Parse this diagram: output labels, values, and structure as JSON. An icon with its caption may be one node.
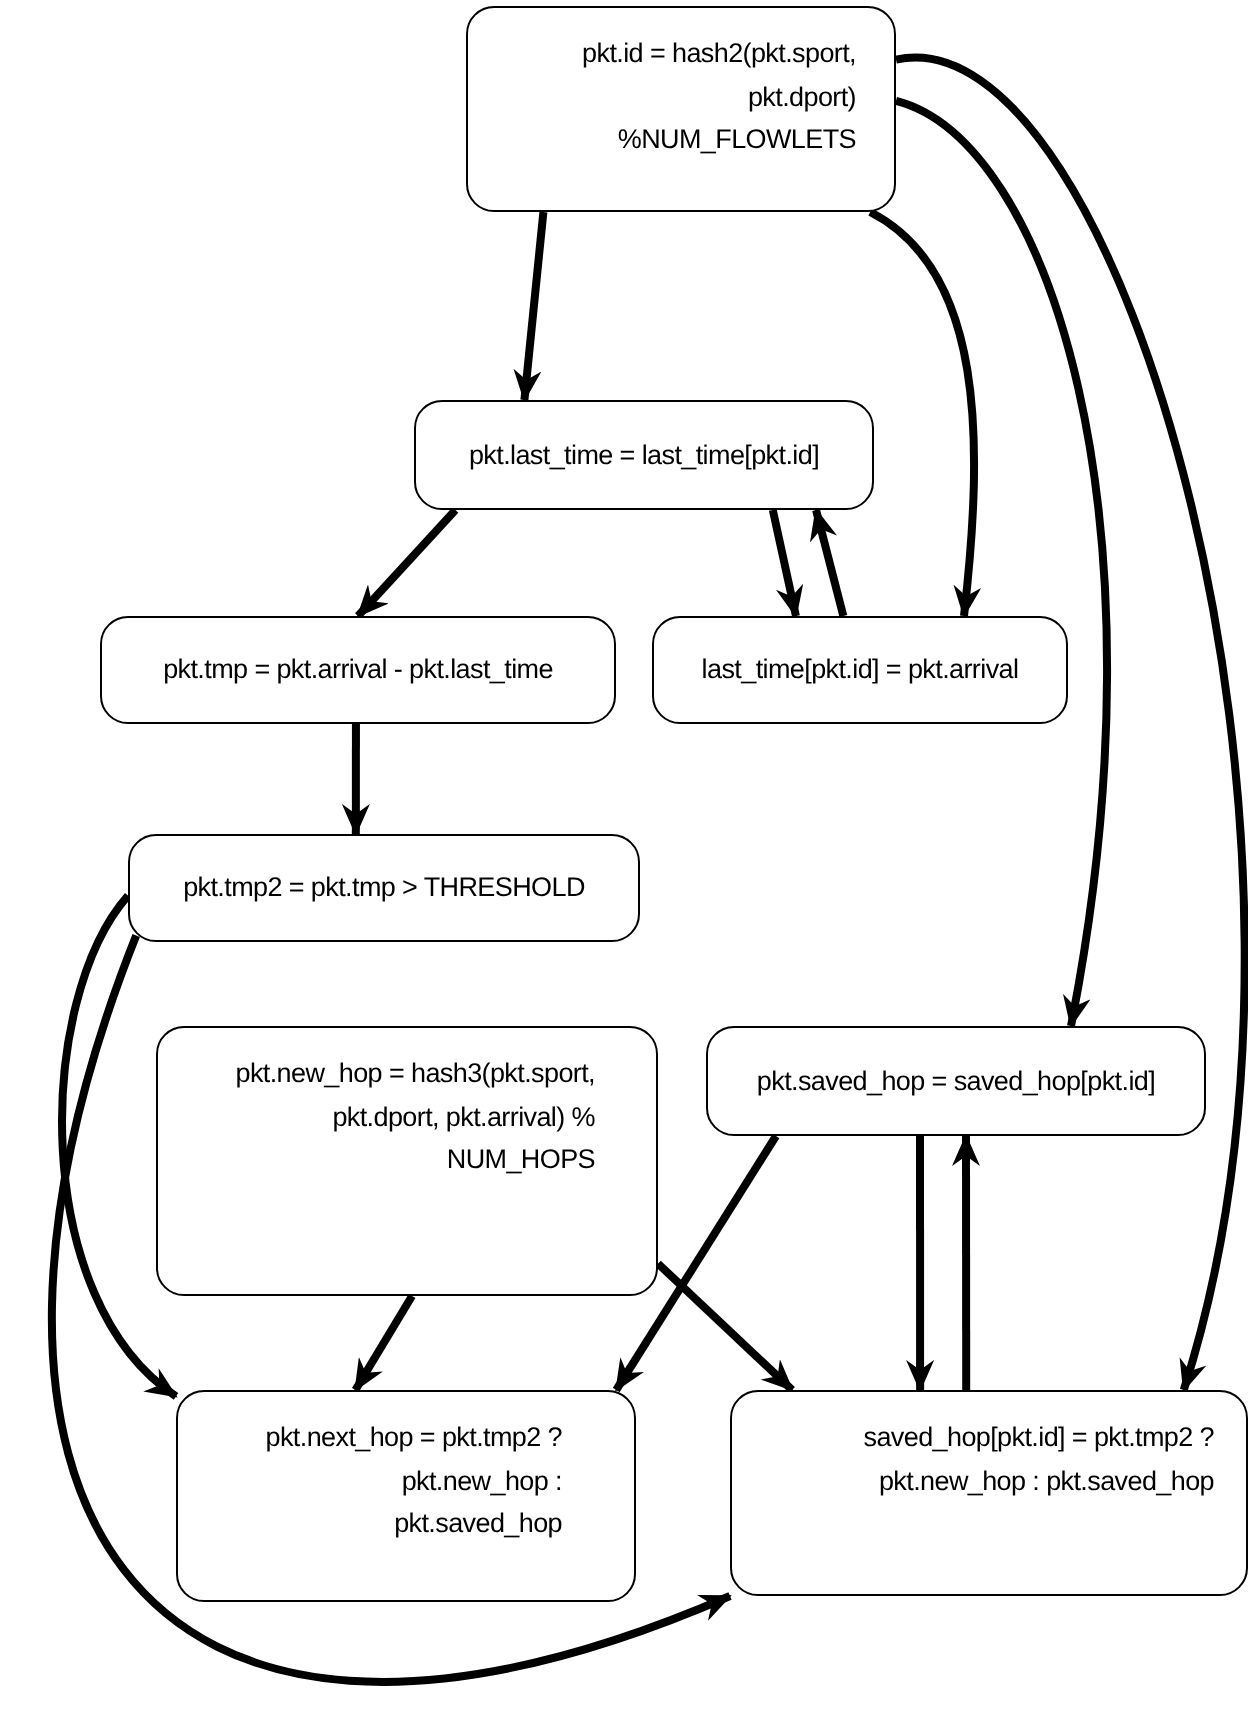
{
  "diagram": {
    "nodes": [
      {
        "text": [
          "pkt.id = hash2(pkt.sport, pkt.dport) %NUM_FLOWLETS"
        ]
      },
      {
        "text": [
          "pkt.last_time = last_time[pkt.id]"
        ]
      },
      {
        "text": [
          "pkt.tmp = pkt.arrival - pkt.last_time"
        ]
      },
      {
        "text": [
          "last_time[pkt.id] = pkt.arrival"
        ]
      },
      {
        "text": [
          "pkt.tmp2 = pkt.tmp > THRESHOLD"
        ]
      },
      {
        "text": [
          "pkt.new_hop = hash3(pkt.sport, pkt.dport, pkt.arrival) % NUM_HOPS"
        ]
      },
      {
        "text": [
          "pkt.saved_hop = saved_hop[pkt.id]"
        ]
      },
      {
        "text": [
          "pkt.next_hop = pkt.tmp2 ? pkt.new_hop : pkt.saved_hop"
        ]
      },
      {
        "text": [
          "saved_hop[pkt.id] = pkt.tmp2 ? pkt.new_hop : pkt.saved_hop"
        ]
      }
    ],
    "edges": [
      {
        "from": 0,
        "to": 1,
        "arrow": "to"
      },
      {
        "from": 0,
        "to": 3,
        "arrow": "to"
      },
      {
        "from": 0,
        "to": 6,
        "arrow": "to"
      },
      {
        "from": 0,
        "to": 8,
        "arrow": "to"
      },
      {
        "from": 1,
        "to": 2,
        "arrow": "to"
      },
      {
        "from": 1,
        "to": 3,
        "arrow": "to"
      },
      {
        "from": 3,
        "to": 1,
        "arrow": "to"
      },
      {
        "from": 2,
        "to": 4,
        "arrow": "to"
      },
      {
        "from": 4,
        "to": 7,
        "arrow": "to"
      },
      {
        "from": 4,
        "to": 8,
        "arrow": "to"
      },
      {
        "from": 5,
        "to": 7,
        "arrow": "to"
      },
      {
        "from": 5,
        "to": 8,
        "arrow": "to"
      },
      {
        "from": 6,
        "to": 7,
        "arrow": "to"
      },
      {
        "from": 6,
        "to": 8,
        "arrow": "to"
      },
      {
        "from": 8,
        "to": 6,
        "arrow": "to"
      }
    ]
  }
}
